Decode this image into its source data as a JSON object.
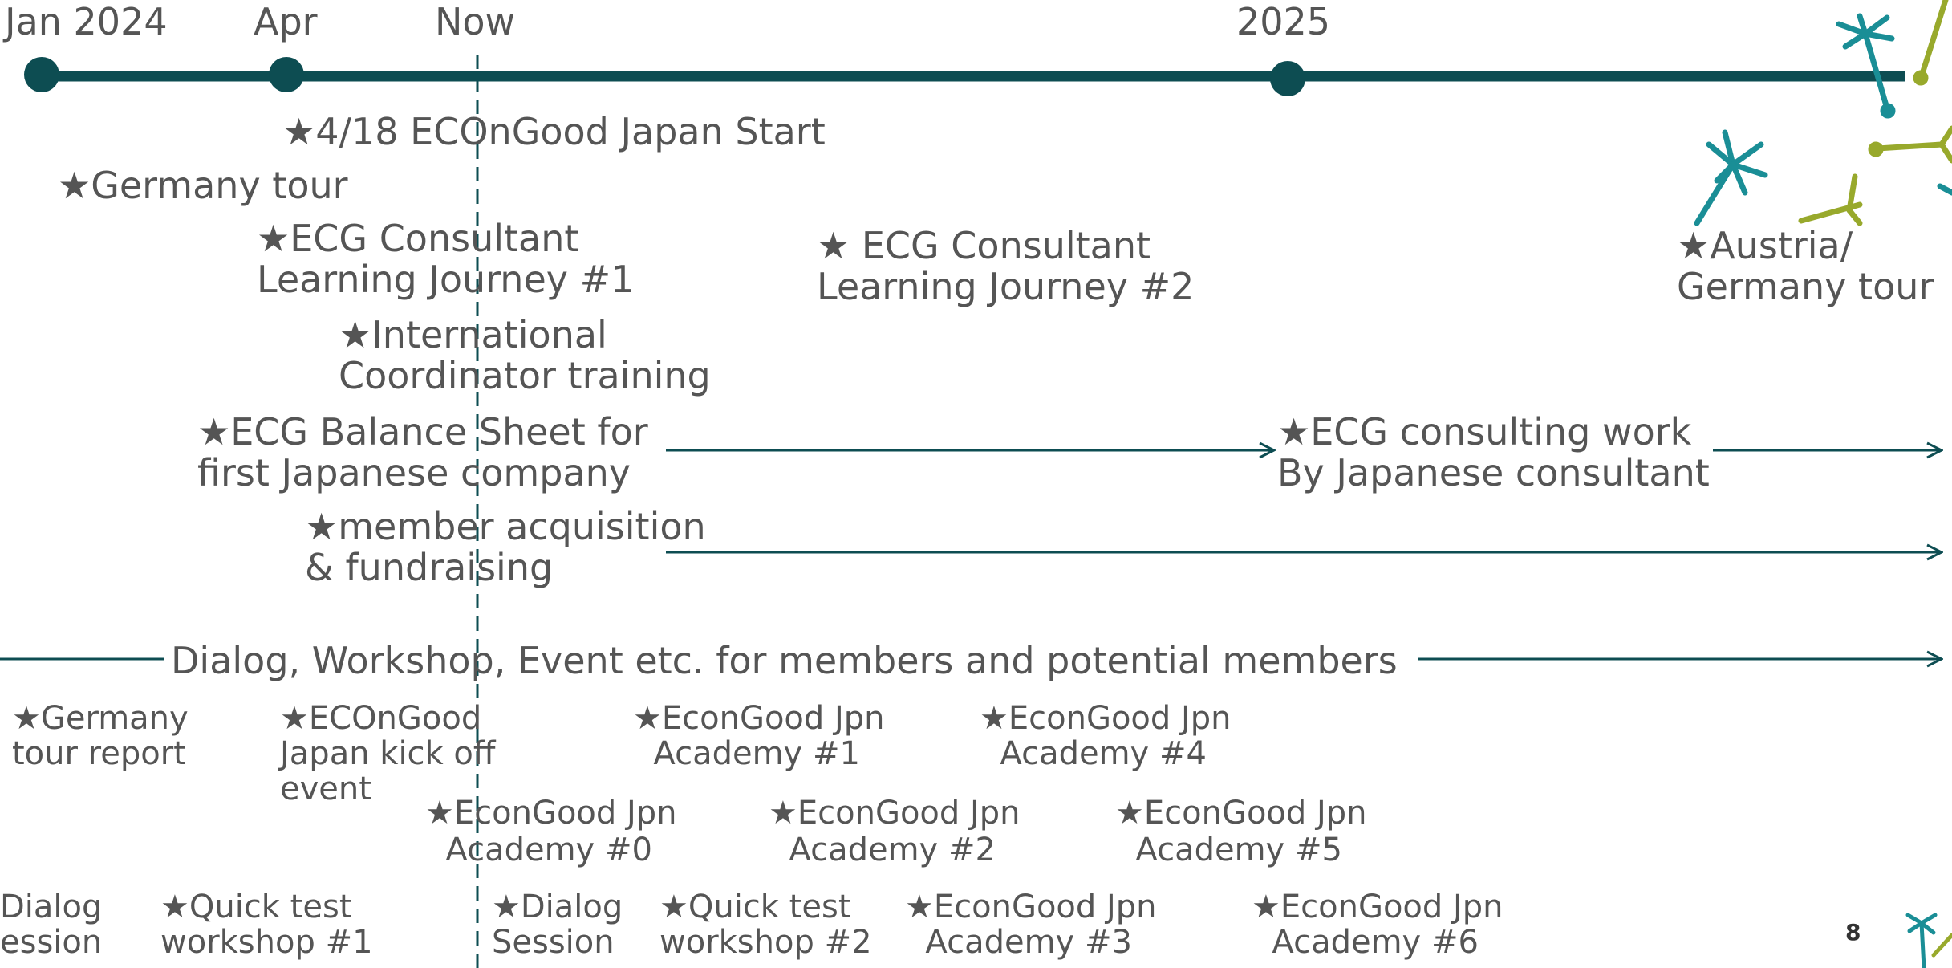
{
  "timeline": {
    "ticks": [
      {
        "label": "Jan 2024",
        "dot": true
      },
      {
        "label": "Apr",
        "dot": true
      },
      {
        "label": "Now",
        "dot": false
      },
      {
        "label": "2025",
        "dot": true
      }
    ]
  },
  "milestones": {
    "econgood_start": "★4/18 ECOnGood Japan Start",
    "germany_tour": "★Germany tour",
    "consultant_lj1": "★ECG Consultant\nLearning Journey #1",
    "consultant_lj2": "★ ECG Consultant\nLearning Journey #2",
    "austria_tour": "★Austria/\nGermany tour",
    "intl_coordinator": "★International\nCoordinator training",
    "balance_sheet": "★ECG Balance Sheet for\nfirst Japanese company",
    "consulting_work": "★ECG consulting work\nBy Japanese consultant",
    "member_acquisition": "★member acquisition\n& fundraising",
    "dialog_workshop": "Dialog, Workshop, Event etc. for members and potential members"
  },
  "events": {
    "germany_report": "★Germany\ntour report",
    "kickoff": "★ECOnGood\nJapan kick off\nevent",
    "academy1": "★EconGood Jpn\n  Academy #1",
    "academy4": "★EconGood Jpn\n  Academy #4",
    "academy0": "★EconGood Jpn\n  Academy #0",
    "academy2": "★EconGood Jpn\n  Academy #2",
    "academy5": "★EconGood Jpn\n  Academy #5",
    "dialog_session_left": "Dialog\nession",
    "quick_test1": "★Quick test\nworkshop #1",
    "dialog_session": "★Dialog\nSession",
    "quick_test2": "★Quick test\nworkshop #2",
    "academy3": "★EconGood Jpn\n  Academy #3",
    "academy6": "★EconGood Jpn\n  Academy #6"
  },
  "page_number": "8",
  "colors": {
    "timeline": "#0d4d52",
    "text": "#555555",
    "teal_icon": "#1a8e96",
    "olive_icon": "#98a92c"
  },
  "icons": [
    "dandelion-seed-icon"
  ]
}
